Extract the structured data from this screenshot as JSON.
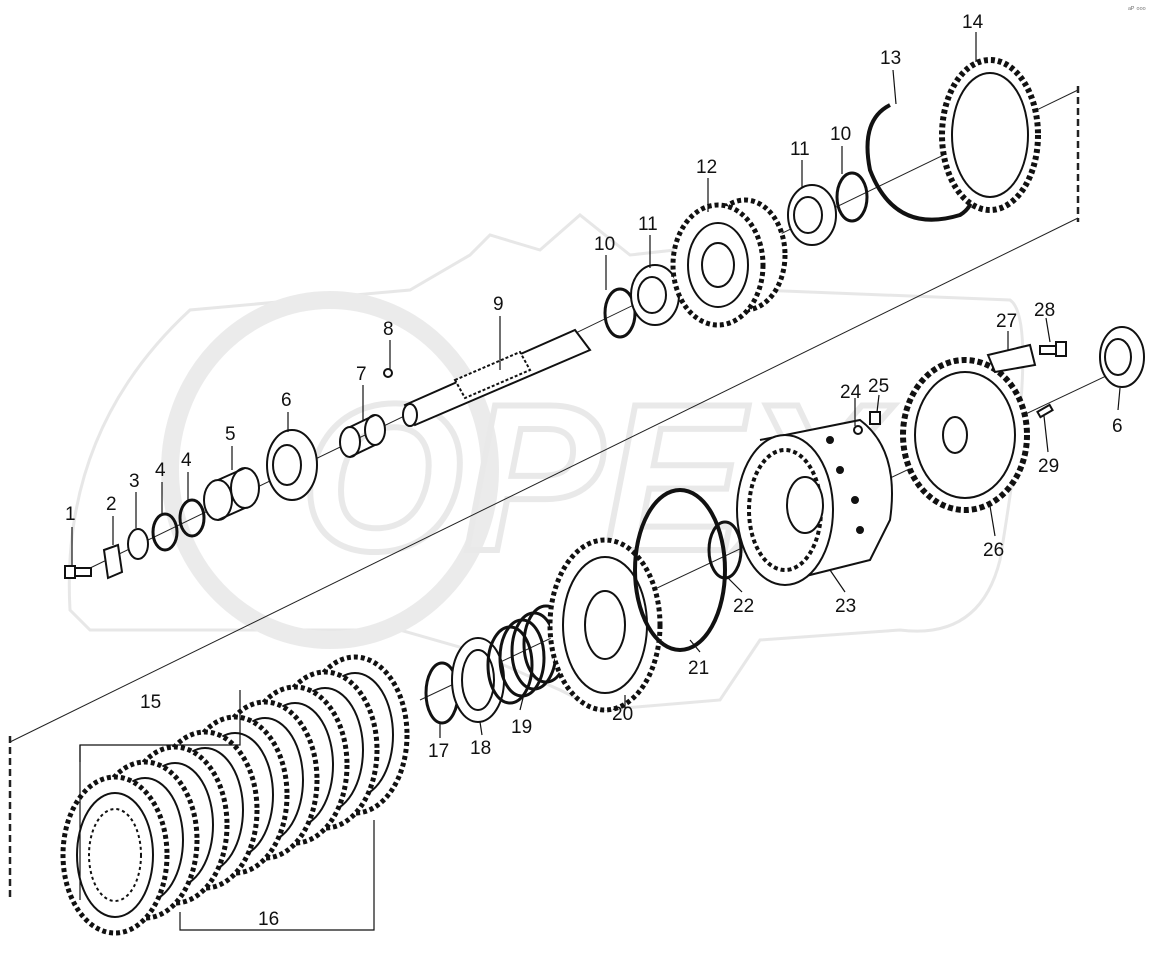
{
  "corner_mark": "ᵃᴾ ᵒᵒᵒ",
  "watermark": "OPEX",
  "callouts": [
    {
      "id": "1",
      "label": "1"
    },
    {
      "id": "2",
      "label": "2"
    },
    {
      "id": "3",
      "label": "3"
    },
    {
      "id": "4a",
      "label": "4"
    },
    {
      "id": "4b",
      "label": "4"
    },
    {
      "id": "5",
      "label": "5"
    },
    {
      "id": "6a",
      "label": "6"
    },
    {
      "id": "6b",
      "label": "6"
    },
    {
      "id": "7",
      "label": "7"
    },
    {
      "id": "8",
      "label": "8"
    },
    {
      "id": "9",
      "label": "9"
    },
    {
      "id": "10a",
      "label": "10"
    },
    {
      "id": "10b",
      "label": "10"
    },
    {
      "id": "11a",
      "label": "11"
    },
    {
      "id": "11b",
      "label": "11"
    },
    {
      "id": "12",
      "label": "12"
    },
    {
      "id": "13",
      "label": "13"
    },
    {
      "id": "14",
      "label": "14"
    },
    {
      "id": "15",
      "label": "15"
    },
    {
      "id": "16",
      "label": "16"
    },
    {
      "id": "17",
      "label": "17"
    },
    {
      "id": "18",
      "label": "18"
    },
    {
      "id": "19",
      "label": "19"
    },
    {
      "id": "20",
      "label": "20"
    },
    {
      "id": "21",
      "label": "21"
    },
    {
      "id": "22",
      "label": "22"
    },
    {
      "id": "23",
      "label": "23"
    },
    {
      "id": "24",
      "label": "24"
    },
    {
      "id": "25",
      "label": "25"
    },
    {
      "id": "26",
      "label": "26"
    },
    {
      "id": "27",
      "label": "27"
    },
    {
      "id": "28",
      "label": "28"
    },
    {
      "id": "29",
      "label": "29"
    }
  ]
}
